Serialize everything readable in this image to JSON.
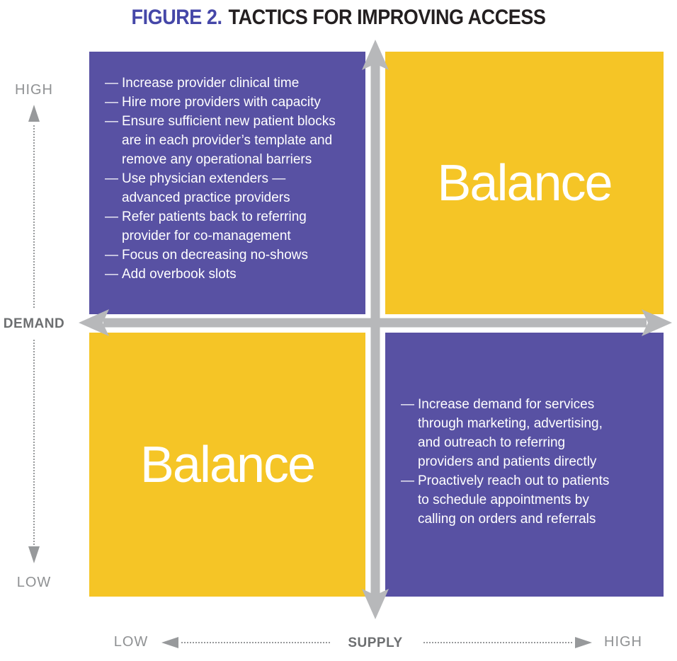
{
  "title": {
    "prefix": "FIGURE 2.",
    "text": "TACTICS FOR IMPROVING ACCESS"
  },
  "lists": {
    "marker": "—"
  },
  "quadrants": {
    "top_left": {
      "items": [
        "Increase provider clinical time",
        "Hire more providers with capacity",
        "Ensure sufficient new patient blocks are in each provider’s template and remove any operational barriers",
        "Use physician extenders — advanced practice providers",
        "Refer patients back to referring provider for co-management",
        "Focus on decreasing no-shows",
        "Add overbook slots"
      ]
    },
    "top_right": {
      "label": "Balance"
    },
    "bottom_left": {
      "label": "Balance"
    },
    "bottom_right": {
      "items": [
        "Increase demand for services through marketing, advertising, and outreach to referring providers and patients directly",
        "Proactively reach out to patients to schedule appointments by calling on orders and referrals"
      ]
    }
  },
  "axes": {
    "demand": {
      "label": "DEMAND",
      "top": "HIGH",
      "bottom": "LOW"
    },
    "supply": {
      "label": "SUPPLY",
      "left": "LOW",
      "right": "HIGH"
    }
  },
  "colors": {
    "purple": "#5851a3",
    "yellow": "#f5c526",
    "title_accent": "#4547a8",
    "title_text": "#231f20",
    "cross": "#b7b8ba",
    "axis_line": "#97999b",
    "axis_label": "#8f9193",
    "axis_title": "#6d6f71",
    "quad_text": "#ffffff"
  }
}
